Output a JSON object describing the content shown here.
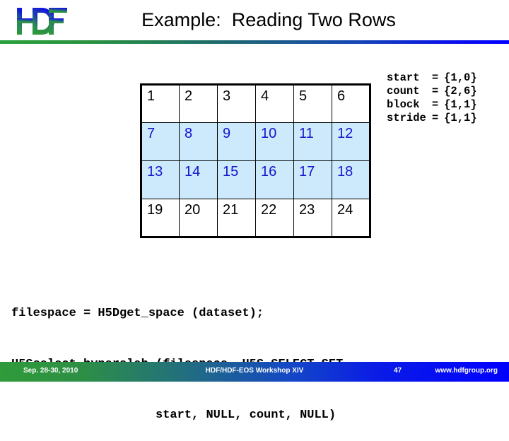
{
  "slide": {
    "title": "Example:  Reading Two Rows",
    "logo_alt": "HDF"
  },
  "grid": {
    "rows": [
      {
        "cells": [
          "1",
          "2",
          "3",
          "4",
          "5",
          "6"
        ],
        "selected": false
      },
      {
        "cells": [
          "7",
          "8",
          "9",
          "10",
          "11",
          "12"
        ],
        "selected": true
      },
      {
        "cells": [
          "13",
          "14",
          "15",
          "16",
          "17",
          "18"
        ],
        "selected": true
      },
      {
        "cells": [
          "19",
          "20",
          "21",
          "22",
          "23",
          "24"
        ],
        "selected": false
      }
    ],
    "selected_fill": "#cdeafc",
    "selected_text_color": "#1414cc"
  },
  "params": [
    {
      "name": "start",
      "eq": "=",
      "value": "{1,0}"
    },
    {
      "name": "count",
      "eq": "=",
      "value": "{2,6}"
    },
    {
      "name": "block",
      "eq": "=",
      "value": "{1,1}"
    },
    {
      "name": "stride",
      "eq": "=",
      "value": "{1,1}"
    }
  ],
  "code": {
    "line1": "filespace = H5Dget_space (dataset);",
    "line2": "H5Sselect_hyperslab (filespace, H5S_SELECT_SET,",
    "line3": "                    start, NULL, count, NULL)"
  },
  "footer": {
    "date": "Sep. 28-30, 2010",
    "center": "HDF/HDF-EOS Workshop XIV",
    "page": "47",
    "url": "www.hdfgroup.org"
  },
  "colors": {
    "gradient_start": "#2aa13a",
    "gradient_end": "#0000ff"
  }
}
